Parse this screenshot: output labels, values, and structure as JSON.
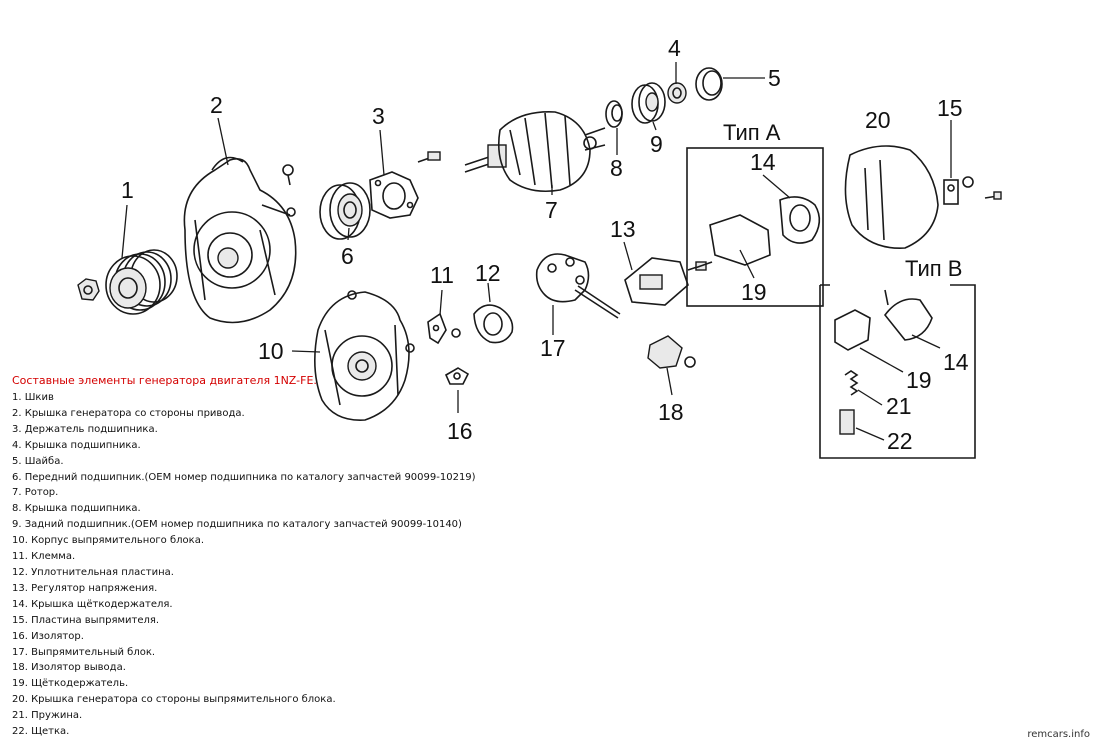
{
  "callouts": {
    "n1": "1",
    "n2": "2",
    "n3": "3",
    "n4": "4",
    "n5": "5",
    "n6": "6",
    "n7": "7",
    "n8": "8",
    "n9": "9",
    "n10": "10",
    "n11": "11",
    "n12": "12",
    "n13": "13",
    "n14a": "14",
    "n14b": "14",
    "n15": "15",
    "n16": "16",
    "n17": "17",
    "n18": "18",
    "n19a": "19",
    "n19b": "19",
    "n20": "20",
    "n21": "21",
    "n22": "22"
  },
  "type_a_label": "Тип А",
  "type_b_label": "Тип В",
  "legend": {
    "title": "Составные элементы генератора двигателя 1NZ-FE.",
    "items": [
      "1. Шкив",
      "2. Крышка генератора со стороны привода.",
      "3. Держатель подшипника.",
      "4. Крышка подшипника.",
      "5. Шайба.",
      "6. Передний подшипник.(OEM номер подшипника по каталогу запчастей 90099-10219)",
      "7. Ротор.",
      "8. Крышка подшипника.",
      "9. Задний подшипник.(OEM номер подшипника по каталогу запчастей 90099-10140)",
      "10. Корпус выпрямительного блока.",
      "11. Клемма.",
      "12. Уплотнительная пластина.",
      "13. Регулятор напряжения.",
      "14. Крышка щёткодержателя.",
      "15. Пластина выпрямителя.",
      "16. Изолятор.",
      "17. Выпрямительный блок.",
      "18. Изолятор вывода.",
      "19. Щёткодержатель.",
      "20. Крышка генератора со стороны выпрямительного блока.",
      "21. Пружина.",
      "22. Щетка."
    ]
  },
  "watermark": "remcars.info"
}
